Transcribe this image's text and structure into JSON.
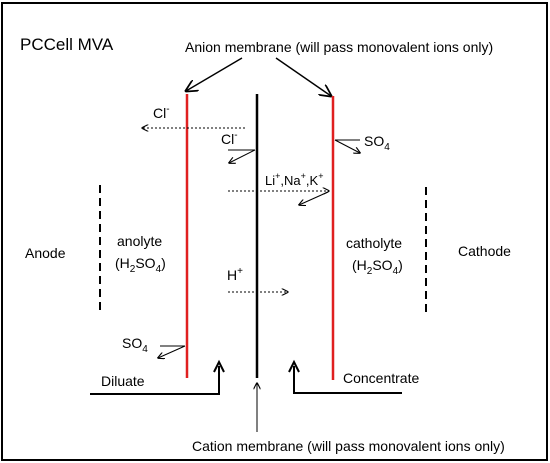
{
  "title": "PCCell MVA",
  "anion_membrane_label": "Anion membrane (will pass  monovalent ions only)",
  "cation_membrane_label": "Cation membrane (will pass  monovalent ions only)",
  "anode_label": "Anode",
  "cathode_label": "Cathode",
  "anolyte": {
    "name": "anolyte",
    "formula_open": "(H",
    "formula_sub1": "2",
    "formula_mid": "SO",
    "formula_sub2": "4",
    "formula_close": ")"
  },
  "catholyte": {
    "name": "catholyte",
    "formula_open": "(H",
    "formula_sub1": "2",
    "formula_mid": "SO",
    "formula_sub2": "4",
    "formula_close": ")"
  },
  "ions": {
    "cl_left": {
      "base": "Cl",
      "sup": "-"
    },
    "cl_center": {
      "base": "Cl",
      "sup": "-"
    },
    "so4_right": {
      "base": "SO",
      "sub": "4"
    },
    "li_na_k": {
      "li": "Li",
      "li_sup": "+",
      "sep1": ",",
      "na": "Na",
      "na_sup": "+",
      "sep2": ",",
      "k": "K",
      "k_sup": "+"
    },
    "h_plus": {
      "base": "H",
      "sup": "+"
    },
    "so4_left": {
      "base": "SO",
      "sub": "4"
    }
  },
  "diluate_label": "Diluate",
  "concentrate_label": "Concentrate",
  "colors": {
    "membrane_anion": "#e02020",
    "membrane_cation": "#000000",
    "line": "#000000",
    "border": "#000000"
  }
}
